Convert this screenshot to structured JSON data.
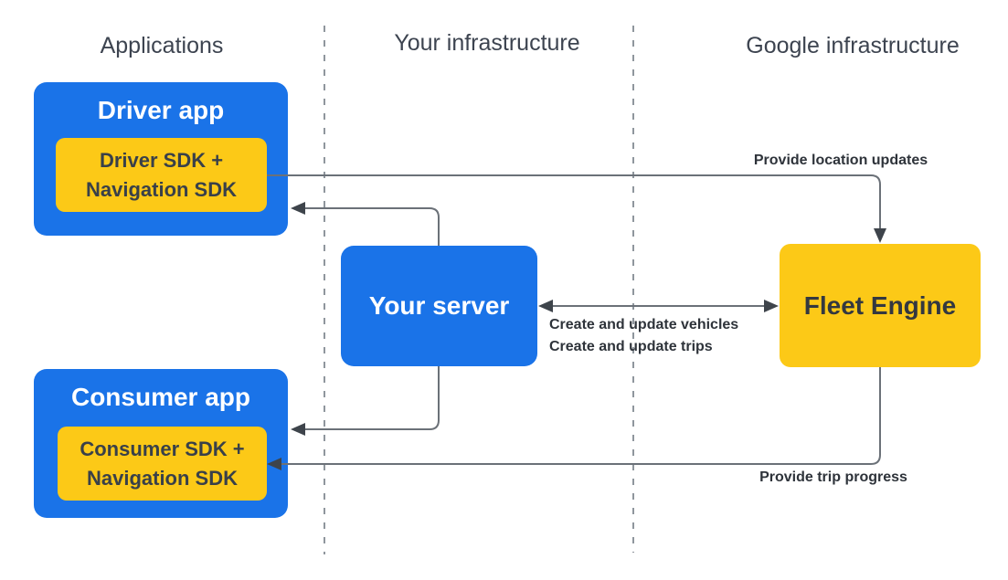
{
  "columns": {
    "applications": "Applications",
    "your_infrastructure": "Your infrastructure",
    "google_infrastructure": "Google infrastructure"
  },
  "nodes": {
    "driver_app": {
      "title": "Driver app",
      "sdk": "Driver SDK +\nNavigation SDK"
    },
    "consumer_app": {
      "title": "Consumer app",
      "sdk": "Consumer SDK +\nNavigation SDK"
    },
    "your_server": {
      "title": "Your server"
    },
    "fleet_engine": {
      "title": "Fleet Engine"
    }
  },
  "edges": {
    "provide_location_updates": "Provide location updates",
    "create_and_update": "Create and update vehicles\nCreate and update trips",
    "provide_trip_progress": "Provide trip progress"
  },
  "colors": {
    "node_blue": "#1a73e8",
    "node_yellow": "#fcc917",
    "connector_line": "#6b7178",
    "arrowhead": "#3e444b",
    "divider_gray": "#8f969d",
    "heading_text": "#3d4450",
    "edge_label_text": "#2e333a",
    "dark_node_text": "#333840"
  }
}
